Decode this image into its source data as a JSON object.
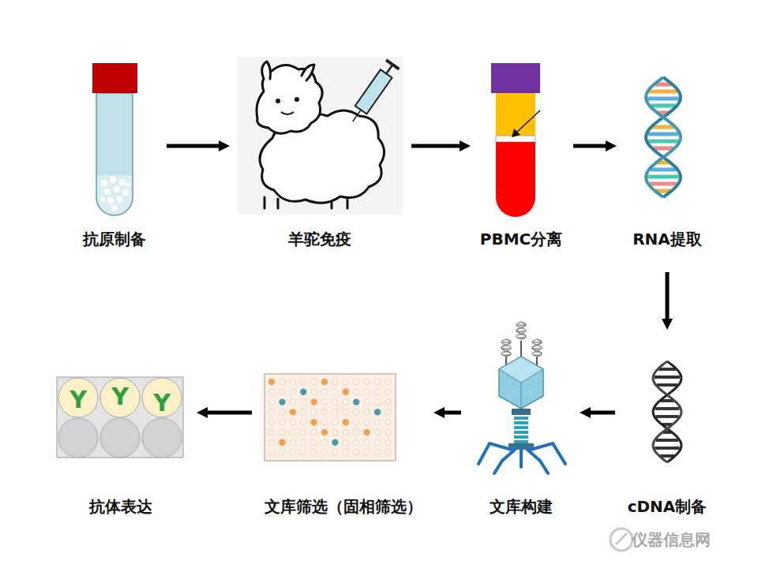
{
  "diagram": {
    "nodes": [
      {
        "text": [
          "抗原制备"
        ]
      },
      {
        "text": [
          "羊驼免疫"
        ]
      },
      {
        "text": [
          "PBMC分离"
        ]
      },
      {
        "text": [
          "RNA提取"
        ]
      },
      {
        "text": [
          "cDNA制备"
        ]
      },
      {
        "text": [
          "文库构建"
        ]
      },
      {
        "text": [
          "文库筛选（固相筛选）"
        ]
      },
      {
        "text": [
          "抗体表达"
        ]
      }
    ],
    "edges": [
      {
        "from": 0,
        "to": 1,
        "arrow": "to"
      },
      {
        "from": 1,
        "to": 2,
        "arrow": "to"
      },
      {
        "from": 2,
        "to": 3,
        "arrow": "to"
      },
      {
        "from": 3,
        "to": 4,
        "arrow": "to"
      },
      {
        "from": 4,
        "to": 5,
        "arrow": "to"
      },
      {
        "from": 5,
        "to": 6,
        "arrow": "to"
      },
      {
        "from": 6,
        "to": 7,
        "arrow": "to"
      }
    ],
    "labels": [
      "Y",
      "Y",
      "Y",
      "仪器信息网"
    ]
  }
}
